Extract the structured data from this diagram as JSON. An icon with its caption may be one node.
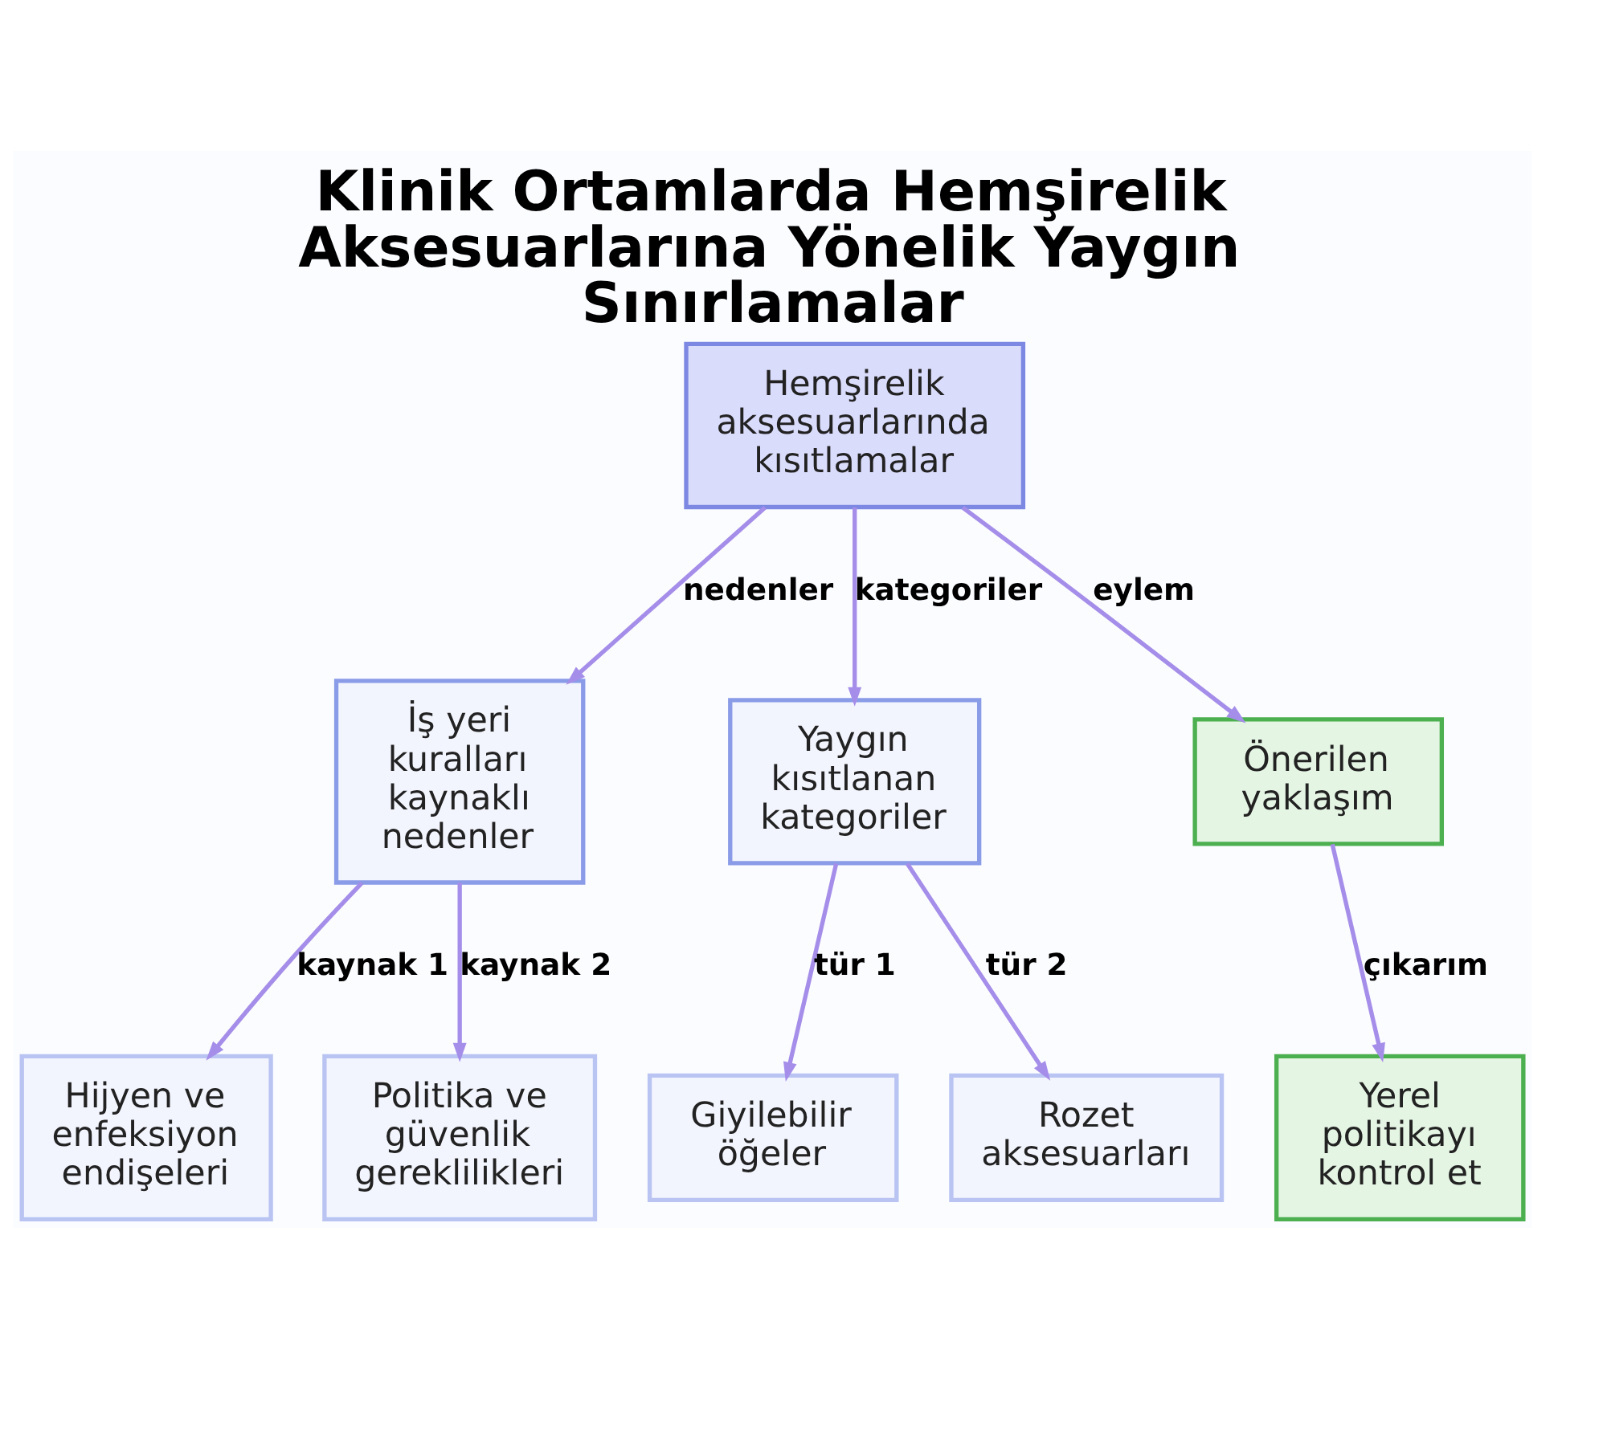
{
  "diagram": {
    "title": "Klinik Ortamlarda Hemşirelik Aksesuarlarına Yönelik Yaygın Sınırlamalar",
    "nodes": [
      {
        "text": [
          "Hemşirelik aksesuarlarında kısıtlamalar"
        ]
      },
      {
        "text": [
          "İş yeri kuralları kaynaklı nedenler"
        ]
      },
      {
        "text": [
          "Yaygın kısıtlanan kategoriler"
        ]
      },
      {
        "text": [
          "Önerilen yaklaşım"
        ]
      },
      {
        "text": [
          "Hijyen ve enfeksiyon endişeleri"
        ]
      },
      {
        "text": [
          "Politika ve güvenlik gereklilikleri"
        ]
      },
      {
        "text": [
          "Giyilebilir öğeler"
        ]
      },
      {
        "text": [
          "Rozet aksesuarları"
        ]
      },
      {
        "text": [
          "Yerel politikayı kontrol et"
        ]
      }
    ],
    "edges": [
      {
        "from": 0,
        "to": 1,
        "arrow": "to",
        "label": "nedenler"
      },
      {
        "from": 0,
        "to": 2,
        "arrow": "to",
        "label": "kategoriler"
      },
      {
        "from": 0,
        "to": 3,
        "arrow": "to",
        "label": "eylem"
      },
      {
        "from": 1,
        "to": 4,
        "arrow": "to",
        "label": "kaynak 1"
      },
      {
        "from": 1,
        "to": 5,
        "arrow": "to",
        "label": "kaynak 2"
      },
      {
        "from": 2,
        "to": 6,
        "arrow": "to",
        "label": "tür 1"
      },
      {
        "from": 2,
        "to": 7,
        "arrow": "to",
        "label": "tür 2"
      },
      {
        "from": 3,
        "to": 8,
        "arrow": "to",
        "label": "çıkarım"
      }
    ]
  }
}
